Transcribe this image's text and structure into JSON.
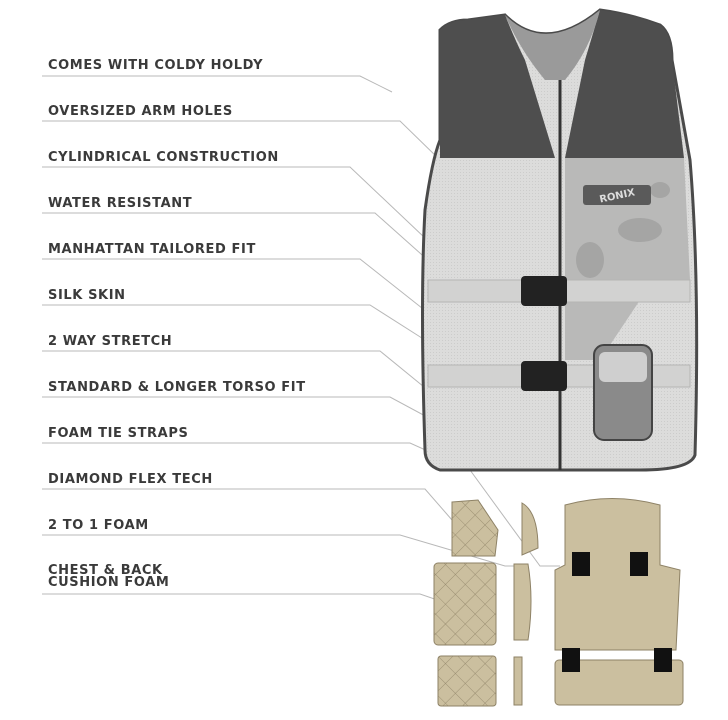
{
  "features": [
    {
      "label": "COMES WITH COLDY HOLDY"
    },
    {
      "label": "OVERSIZED ARM HOLES"
    },
    {
      "label": "CYLINDRICAL CONSTRUCTION"
    },
    {
      "label": "WATER RESISTANT"
    },
    {
      "label": "MANHATTAN TAILORED FIT"
    },
    {
      "label": "SILK SKIN"
    },
    {
      "label": "2 WAY STRETCH"
    },
    {
      "label": "STANDARD & LONGER TORSO FIT"
    },
    {
      "label": "FOAM TIE STRAPS"
    },
    {
      "label": "DIAMOND FLEX TECH"
    },
    {
      "label": "2 TO 1 FOAM"
    },
    {
      "label": "CHEST & BACK",
      "label2": "CUSHION FOAM"
    }
  ],
  "product": {
    "brand_mark": "RONIX",
    "image_name": "ronix-vest-icon"
  },
  "colors": {
    "text": "#3a3a3a",
    "leader": "#b8b8b8",
    "vest_body": "#dcdcdb",
    "vest_dark": "#4e4e4e",
    "foam": "#cbbf9f"
  }
}
